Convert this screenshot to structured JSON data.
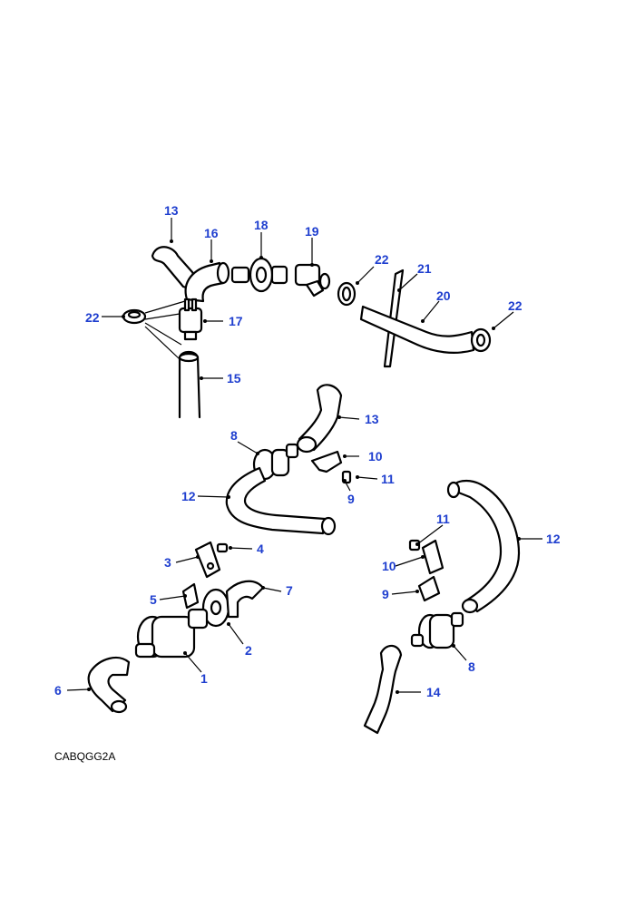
{
  "diagram_code": "CABQGG2A",
  "colors": {
    "callout": "#1f3fcf",
    "line": "#000000",
    "background": "#ffffff"
  },
  "callouts": {
    "c13a": "13",
    "c16": "16",
    "c18": "18",
    "c19": "19",
    "c22a": "22",
    "c21": "21",
    "c20": "20",
    "c22b": "22",
    "c22c": "22",
    "c17": "17",
    "c15": "15",
    "c13b": "13",
    "c8a": "8",
    "c10a": "10",
    "c11a": "11",
    "c9a": "9",
    "c12a": "12",
    "c3": "3",
    "c4": "4",
    "c5": "5",
    "c7": "7",
    "c2": "2",
    "c1": "1",
    "c6": "6",
    "c11b": "11",
    "c12b": "12",
    "c10b": "10",
    "c9b": "9",
    "c8b": "8",
    "c14": "14"
  }
}
